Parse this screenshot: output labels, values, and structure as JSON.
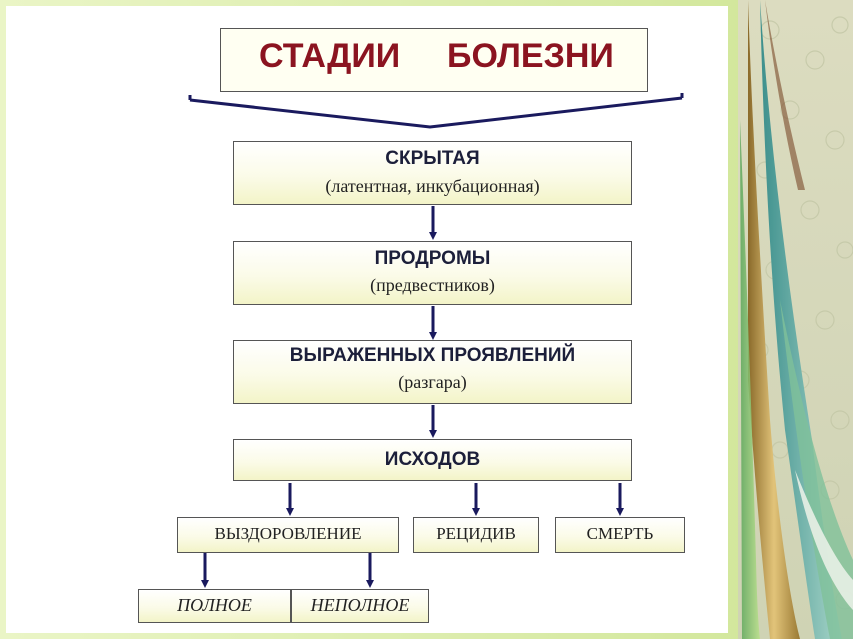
{
  "title": {
    "word1": "СТАДИИ",
    "word2": "БОЛЕЗНИ"
  },
  "stages": [
    {
      "title": "СКРЫТАЯ",
      "subtitle": "(латентная, инкубационная)"
    },
    {
      "title": "ПРОДРОМЫ",
      "subtitle": "(предвестников)"
    },
    {
      "title": "ВЫРАЖЕННЫХ ПРОЯВЛЕНИЙ",
      "subtitle": "(разгара)"
    },
    {
      "title": "ИСХОДОВ"
    }
  ],
  "outcomes": [
    {
      "label": "ВЫЗДОРОВЛЕНИЕ"
    },
    {
      "label": "РЕЦИДИВ"
    },
    {
      "label": "СМЕРТЬ"
    }
  ],
  "recovery_types": [
    {
      "label": "ПОЛНОЕ"
    },
    {
      "label": "НЕПОЛНОЕ"
    }
  ],
  "colors": {
    "title_text": "#8b1420",
    "arrow": "#1a1a5e",
    "box_gradient_end": "#f3f4c8",
    "frame_green": "#c8e48a"
  }
}
